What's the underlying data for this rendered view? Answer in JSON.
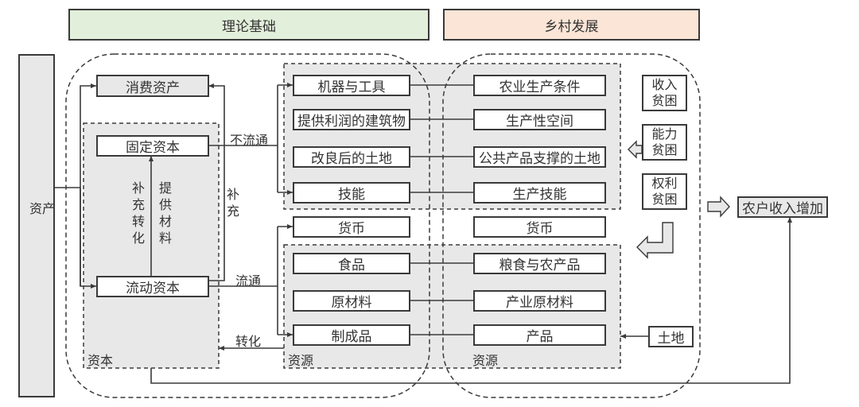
{
  "headers": {
    "theory": "理论基础",
    "rural": "乡村发展"
  },
  "assets_label": "资产",
  "left": {
    "consumer_assets": "消费资产",
    "fixed_capital": "固定资本",
    "circulating_capital": "流动资本",
    "capital_group_label": "资本",
    "supplement_transform": "补充转化",
    "provide_materials": "提供材料",
    "supplement": "补充"
  },
  "flows": {
    "non_circulating": "不流通",
    "circulating": "流通",
    "transform": "转化"
  },
  "middle": {
    "upper": [
      "机器与工具",
      "提供利润的建筑物",
      "改良后的土地",
      "技能"
    ],
    "money": "货币",
    "lower": [
      "食品",
      "原材料",
      "制成品"
    ],
    "resource_label": "资源"
  },
  "right": {
    "upper": [
      "农业生产条件",
      "生产性空间",
      "公共产品支撑的土地",
      "生产技能"
    ],
    "money": "货币",
    "lower": [
      "粮食与农产品",
      "产业原材料",
      "产品"
    ],
    "resource_label": "资源"
  },
  "poverty": [
    "收入贫困",
    "能力贫困",
    "权利贫困"
  ],
  "land": "土地",
  "outcome": "农户收入增加",
  "colors": {
    "theory_bg": "#e2efda",
    "rural_bg": "#fbe5d6",
    "gray_fill": "#e8e8e8",
    "line": "#3a3a3a"
  }
}
